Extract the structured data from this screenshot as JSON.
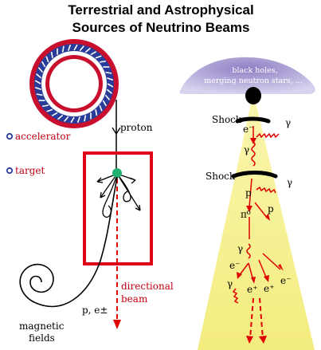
{
  "title_line1": "Terrestrial  and  Astrophysical",
  "title_line2": "Sources of Neutrino Beams",
  "left": {
    "proton": "proton",
    "accelerator": "accelerator",
    "target": "target",
    "directional": "directional",
    "beam": "beam",
    "p_e": "p, e±",
    "magnetic": "magnetic",
    "fields": "fields"
  },
  "right": {
    "source_line1": "black holes,",
    "source_line2": "merging neutron stars, ...",
    "shock1": "Shock",
    "shock2": "Shock",
    "e_minus_top": "e⁻",
    "gamma_top": "γ",
    "gamma_mid": "γ",
    "gamma_right2": "γ",
    "p_left": "p",
    "p_right": "p",
    "pi0": "π⁰",
    "gamma_low": "γ",
    "e_minus_low": "e⁻",
    "gamma_bottom": "γ",
    "e_plus1": "e⁺",
    "e_plus2": "e⁺",
    "e_minus_right": "e⁻"
  },
  "colors": {
    "ring_outer": "#c8102e",
    "ring_inner": "#2a3c9a",
    "target_box": "#e0001a",
    "beam_red": "#e00000",
    "cone_yellow": "#f5ef8a",
    "source_purple": "#a79ad0"
  }
}
